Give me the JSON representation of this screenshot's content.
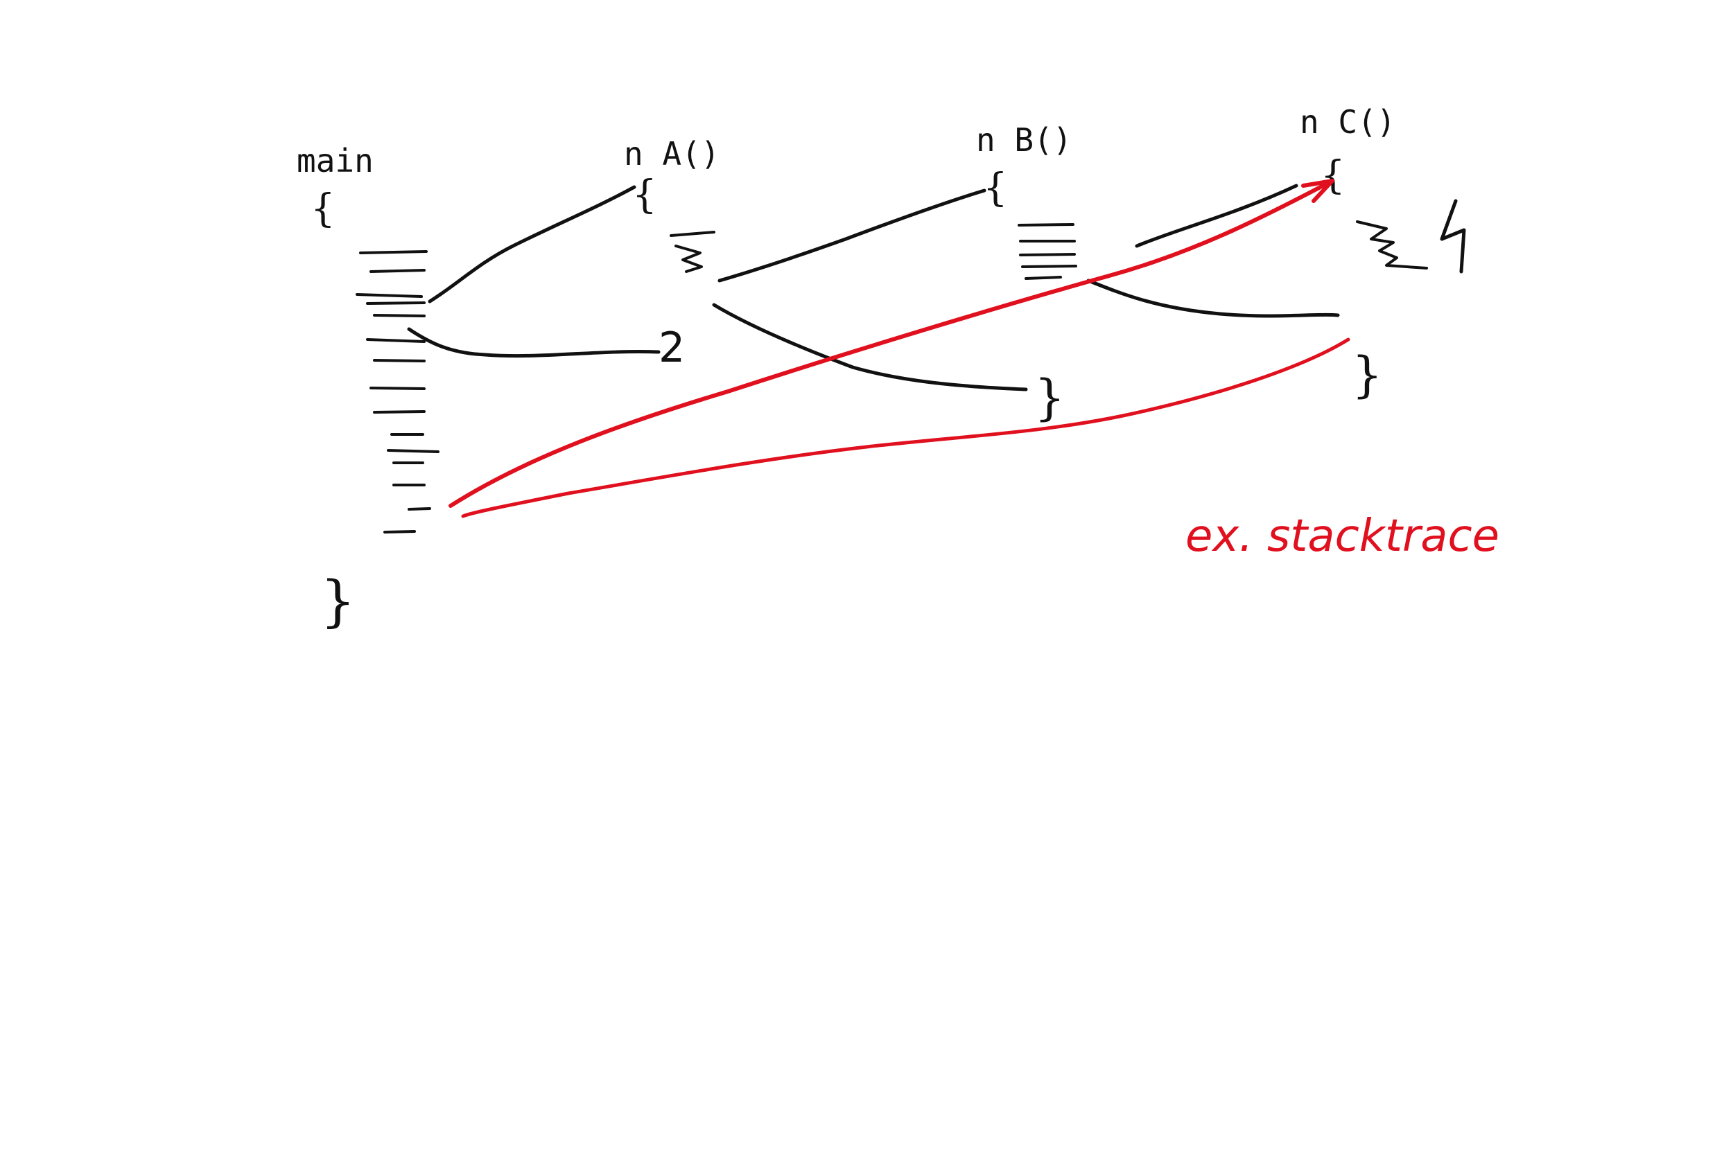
{
  "labels": {
    "main": "main",
    "fn_a": "n A()",
    "fn_b": "n B()",
    "fn_c": "n C()",
    "stacktrace": "ex. stacktrace"
  },
  "colors": {
    "ink": "#111111",
    "error": "#e0101e"
  },
  "glyphs": {
    "open_brace": "{",
    "close_brace": "}",
    "return_mark": "2",
    "error_mark": "ϟ"
  },
  "icons": {
    "exception": "lightning-bolt-icon"
  }
}
